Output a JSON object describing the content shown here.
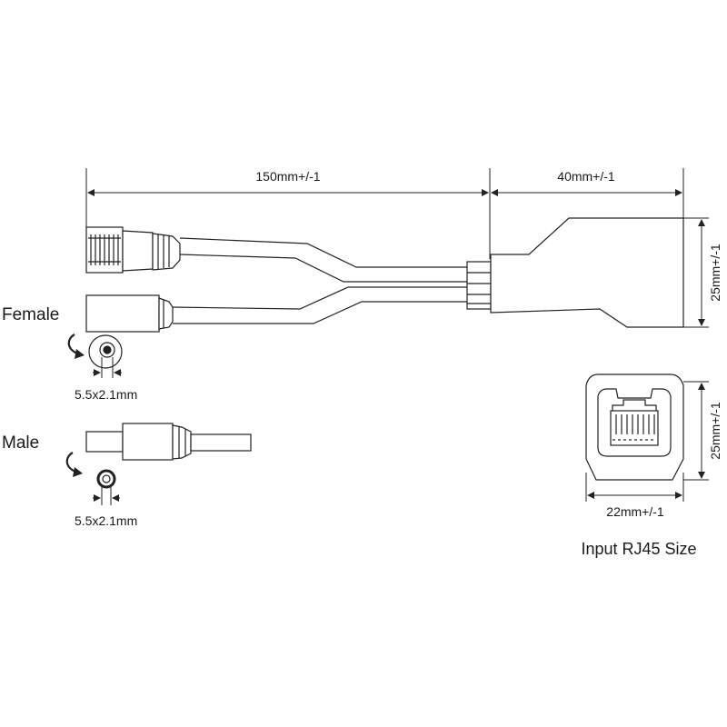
{
  "dimensions": {
    "cable_length": "150mm+/-1",
    "housing_length": "40mm+/-1",
    "housing_height": "25mm+/-1",
    "jack_height": "25mm+/-1",
    "jack_width": "22mm+/-1"
  },
  "connectors": {
    "female_label": "Female",
    "female_size": "5.5x2.1mm",
    "male_label": "Male",
    "male_size": "5.5x2.1mm"
  },
  "caption": "Input RJ45 Size"
}
